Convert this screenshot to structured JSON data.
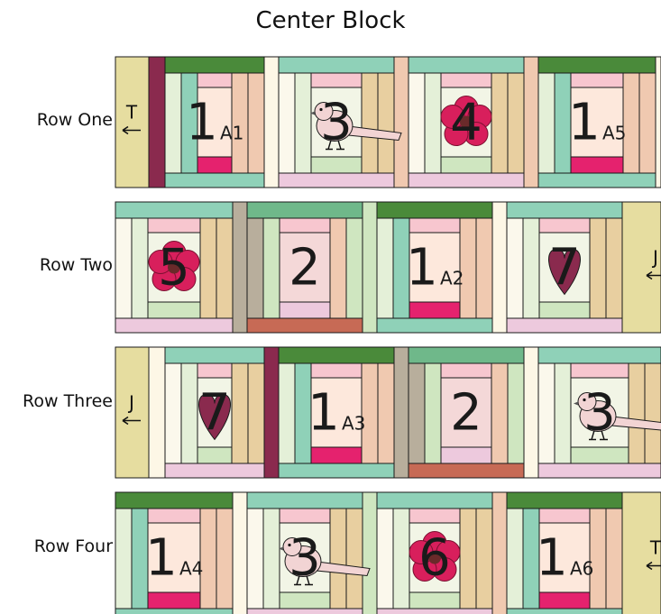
{
  "title": "Center Block",
  "colors": {
    "outline": "#1a1a1a",
    "green_dark": "#4a8a3a",
    "green_light": "#6fb88a",
    "mint": "#8fd1b8",
    "pink_light": "#f7c6cf",
    "pink_pale": "#edc9dd",
    "cream": "#fdf7e6",
    "ivory": "#fbf8ec",
    "sage_light": "#e4f0d8",
    "sage": "#cfe6c0",
    "peach": "#f0c9b0",
    "tan": "#e8cfa0",
    "khaki": "#e6dda0",
    "magenta": "#e5226e",
    "maroon": "#8a2a4e",
    "rust": "#c76a55",
    "taupe": "#b8ae9c",
    "center_peach": "#fde8dc",
    "center_pink": "#f4d8d8",
    "center_sage": "#f2f5e6",
    "flower": "#d81f5c",
    "bird": "#f2d4d4"
  },
  "rows": [
    {
      "label": "Row One",
      "side_tag": {
        "letter": "T",
        "side": "left"
      },
      "blocks": [
        {
          "number": "1",
          "sub": "A1",
          "motif": "none"
        },
        {
          "number": "3",
          "sub": "",
          "motif": "bird"
        },
        {
          "number": "4",
          "sub": "",
          "motif": "flower"
        },
        {
          "number": "1",
          "sub": "A5",
          "motif": "none"
        }
      ]
    },
    {
      "label": "Row Two",
      "side_tag": {
        "letter": "J",
        "side": "right"
      },
      "blocks": [
        {
          "number": "5",
          "sub": "",
          "motif": "flower"
        },
        {
          "number": "2",
          "sub": "",
          "motif": "none"
        },
        {
          "number": "1",
          "sub": "A2",
          "motif": "none"
        },
        {
          "number": "7",
          "sub": "",
          "motif": "heart"
        }
      ]
    },
    {
      "label": "Row Three",
      "side_tag": {
        "letter": "J",
        "side": "left"
      },
      "blocks": [
        {
          "number": "7",
          "sub": "",
          "motif": "heart"
        },
        {
          "number": "1",
          "sub": "A3",
          "motif": "none"
        },
        {
          "number": "2",
          "sub": "",
          "motif": "none"
        },
        {
          "number": "3",
          "sub": "",
          "motif": "bird"
        }
      ]
    },
    {
      "label": "Row Four",
      "side_tag": {
        "letter": "T",
        "side": "right"
      },
      "blocks": [
        {
          "number": "1",
          "sub": "A4",
          "motif": "none"
        },
        {
          "number": "3",
          "sub": "",
          "motif": "bird"
        },
        {
          "number": "6",
          "sub": "",
          "motif": "flower"
        },
        {
          "number": "1",
          "sub": "A6",
          "motif": "none"
        }
      ]
    }
  ]
}
